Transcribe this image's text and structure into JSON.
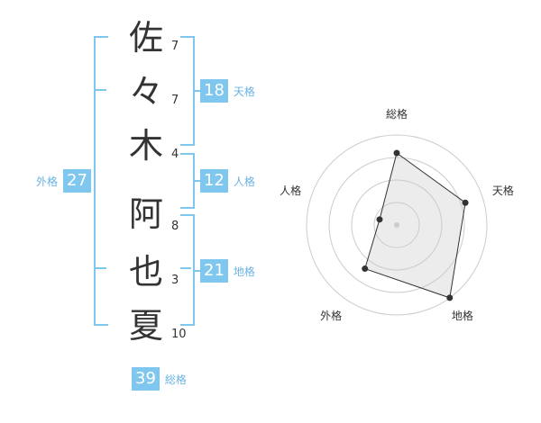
{
  "name": {
    "characters": [
      {
        "char": "佐",
        "strokes": "7"
      },
      {
        "char": "々",
        "strokes": "7"
      },
      {
        "char": "木",
        "strokes": "4"
      },
      {
        "char": "阿",
        "strokes": "8"
      },
      {
        "char": "也",
        "strokes": "3"
      },
      {
        "char": "夏",
        "strokes": "10"
      }
    ]
  },
  "kaku": {
    "tenkaku": {
      "value": "18",
      "label": "天格"
    },
    "jinkaku": {
      "value": "12",
      "label": "人格"
    },
    "chikaku": {
      "value": "21",
      "label": "地格"
    },
    "gaikaku": {
      "value": "27",
      "label": "外格"
    },
    "soukaku": {
      "value": "39",
      "label": "総格"
    }
  },
  "colors": {
    "accent": "#80c7f0",
    "accent_text": "#6ab3e3",
    "text": "#333333"
  },
  "chart_data": {
    "type": "radar",
    "axes": [
      "総格",
      "天格",
      "地格",
      "外格",
      "人格"
    ],
    "values": [
      4,
      4,
      5,
      3,
      1
    ],
    "max": 5,
    "rings": 4,
    "grid": true
  }
}
